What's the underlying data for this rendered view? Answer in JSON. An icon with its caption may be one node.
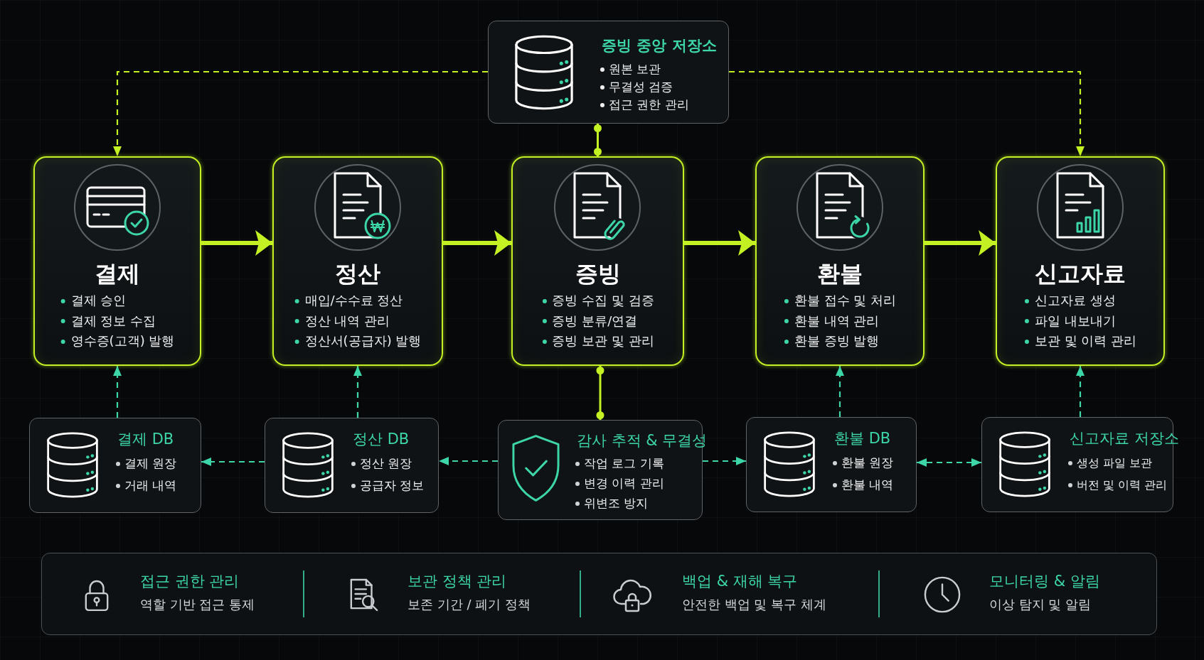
{
  "diagram": {
    "nodes": [
      {
        "text": [
          "증빙 중앙 저장소",
          "원본 보관",
          "무결성 검증",
          "접근 권한 관리"
        ]
      },
      {
        "text": [
          "결제",
          "결제 승인",
          "결제 정보 수집",
          "영수증(고객) 발행"
        ]
      },
      {
        "text": [
          "정산",
          "매입/수수료 정산",
          "정산 내역 관리",
          "정산서(공급자) 발행"
        ]
      },
      {
        "text": [
          "증빙",
          "증빙 수집 및 검증",
          "증빙 분류/연결",
          "증빙 보관 및 관리"
        ]
      },
      {
        "text": [
          "환불",
          "환불 접수 및 처리",
          "환불 내역 관리",
          "환불 증빙 발행"
        ]
      },
      {
        "text": [
          "신고자료",
          "신고자료 생성",
          "파일 내보내기",
          "보관 및 이력 관리"
        ]
      },
      {
        "text": [
          "결제 DB",
          "결제 원장",
          "거래 내역"
        ]
      },
      {
        "text": [
          "정산 DB",
          "정산 원장",
          "공급자 정보"
        ]
      },
      {
        "text": [
          "감사 추적 & 무결성",
          "작업 로그 기록",
          "변경 이력 관리",
          "위변조 방지"
        ]
      },
      {
        "text": [
          "환불 DB",
          "환불 원장",
          "환불 내역"
        ]
      },
      {
        "text": [
          "신고자료 저장소",
          "생성 파일 보관",
          "버전 및 이력 관리"
        ]
      },
      {
        "text": [
          "접근 권한 관리",
          "역할 기반 접근 통제",
          "보관 정책 관리",
          "보존 기간 / 폐기 정책",
          "백업 & 재해 복구",
          "안전한 백업 및 복구 체계",
          "모니터링 & 알림",
          "이상 탐지 및 알림"
        ]
      }
    ],
    "edges": [
      {
        "from": 0,
        "to": 1,
        "arrow": "to",
        "style": "dashed"
      },
      {
        "from": 0,
        "to": 5,
        "arrow": "to",
        "style": "dashed"
      },
      {
        "from": 0,
        "to": 3,
        "arrow": "other"
      },
      {
        "from": 1,
        "to": 2,
        "arrow": "to",
        "style": "thick"
      },
      {
        "from": 2,
        "to": 3,
        "arrow": "to",
        "style": "thick"
      },
      {
        "from": 3,
        "to": 4,
        "arrow": "to",
        "style": "thick"
      },
      {
        "from": 4,
        "to": 5,
        "arrow": "to",
        "style": "thick"
      },
      {
        "from": 3,
        "to": 8,
        "arrow": "other"
      },
      {
        "from": 6,
        "to": 1,
        "arrow": "to",
        "style": "dashed",
        "color": "#3dd6a9"
      },
      {
        "from": 7,
        "to": 2,
        "arrow": "to",
        "style": "dashed",
        "color": "#3dd6a9"
      },
      {
        "from": 9,
        "to": 4,
        "arrow": "to",
        "style": "dashed",
        "color": "#3dd6a9"
      },
      {
        "from": 10,
        "to": 5,
        "arrow": "to",
        "style": "dashed",
        "color": "#3dd6a9"
      },
      {
        "from": 7,
        "to": 6,
        "arrow": "to",
        "style": "dashed",
        "color": "#3dd6a9"
      },
      {
        "from": 8,
        "to": 7,
        "arrow": "to",
        "style": "dashed",
        "color": "#3dd6a9"
      },
      {
        "from": 8,
        "to": 9,
        "arrow": "to",
        "style": "dashed",
        "color": "#3dd6a9"
      },
      {
        "from": 9,
        "to": 10,
        "arrow": "both",
        "style": "dashed",
        "color": "#3dd6a9"
      }
    ]
  }
}
